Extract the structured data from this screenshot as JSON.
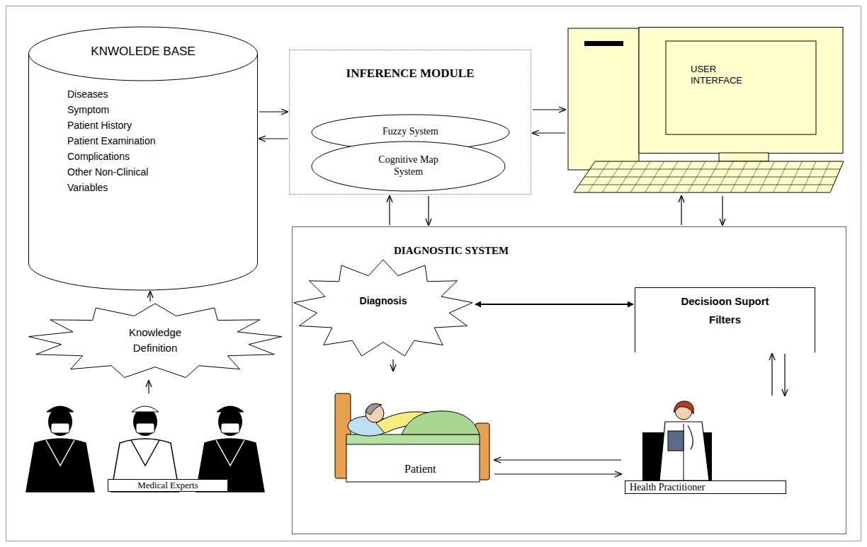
{
  "diagram": {
    "nodes": [
      {
        "text": [
          "KNWOLEDE BASE",
          "Diseases",
          "Symptom",
          "Patient History",
          "Patient Examination",
          "Complications",
          "Other Non-Clinical Variables"
        ]
      },
      {
        "text": [
          "INFERENCE MODULE"
        ]
      },
      {
        "text": [
          "Fuzzy System"
        ],
        "in": 1
      },
      {
        "text": [
          "Cognitive Map System"
        ],
        "in": 1
      },
      {
        "text": [
          "USER INTERFACE"
        ]
      },
      {
        "text": [
          "Knowledge Definition"
        ]
      },
      {
        "text": [
          "DIAGNOSTIC SYSTEM"
        ]
      },
      {
        "text": [
          "Diagnosis"
        ],
        "in": 6
      },
      {
        "text": [
          "Decisioon Suport Filters"
        ],
        "in": 6
      },
      {
        "text": [
          "Medical Experts"
        ]
      },
      {
        "text": [
          "Patient"
        ],
        "in": 6
      },
      {
        "text": [
          "Health Practitioner"
        ],
        "in": 6
      }
    ],
    "edges": [
      {
        "from": 0,
        "to": 1,
        "arrow": "to"
      },
      {
        "from": 1,
        "to": 0,
        "arrow": "to"
      },
      {
        "from": 1,
        "to": 4,
        "arrow": "to"
      },
      {
        "from": 4,
        "to": 1,
        "arrow": "to"
      },
      {
        "from": 6,
        "to": 1,
        "arrow": "to"
      },
      {
        "from": 1,
        "to": 6,
        "arrow": "to"
      },
      {
        "from": 6,
        "to": 4,
        "arrow": "to"
      },
      {
        "from": 4,
        "to": 6,
        "arrow": "to"
      },
      {
        "from": 5,
        "to": 0,
        "arrow": "to"
      },
      {
        "from": 9,
        "to": 5,
        "arrow": "to"
      },
      {
        "from": 7,
        "to": 8,
        "arrow": "both"
      },
      {
        "from": 7,
        "to": 10,
        "arrow": "to"
      },
      {
        "from": 11,
        "to": 10,
        "arrow": "to"
      },
      {
        "from": 10,
        "to": 11,
        "arrow": "to"
      },
      {
        "from": 11,
        "to": 8,
        "arrow": "to"
      },
      {
        "from": 8,
        "to": 11,
        "arrow": "to"
      }
    ]
  }
}
